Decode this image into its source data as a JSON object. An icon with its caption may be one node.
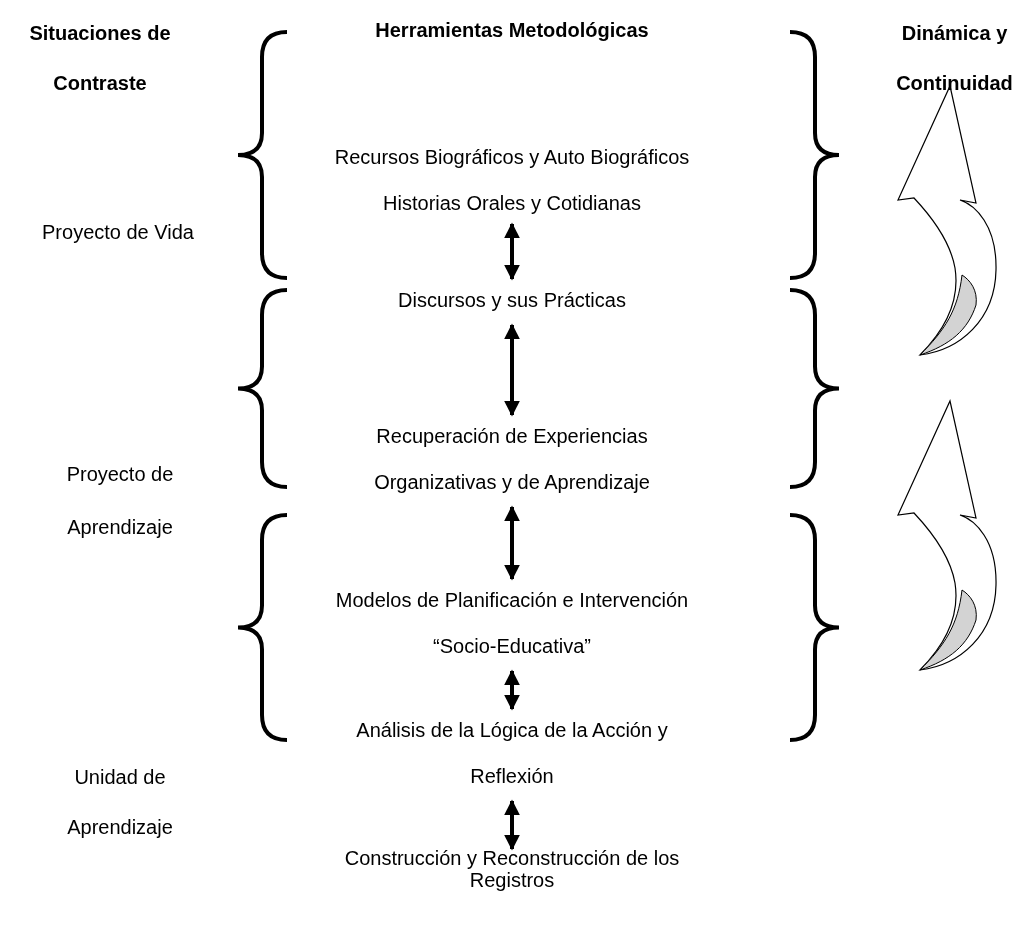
{
  "diagram": {
    "nodes": [
      {
        "text": [
          "Recursos Biográficos y Auto Biográficos",
          "Historias Orales y Cotidianas"
        ]
      },
      {
        "text": [
          "Discursos y sus Prácticas"
        ]
      },
      {
        "text": [
          "Recuperación de Experiencias Organizativas y de Aprendizaje"
        ]
      },
      {
        "text": [
          "Modelos de Planificación e Intervención “Socio-Educativa”"
        ]
      },
      {
        "text": [
          "Análisis de la Lógica de la Acción y Reflexión"
        ]
      },
      {
        "text": [
          "Construcción y Reconstrucción de los Registros"
        ]
      }
    ],
    "edges": [
      {
        "from": 0,
        "to": 1,
        "arrow": "both"
      },
      {
        "from": 1,
        "to": 2,
        "arrow": "both"
      },
      {
        "from": 2,
        "to": 3,
        "arrow": "both"
      },
      {
        "from": 3,
        "to": 4,
        "arrow": "both"
      },
      {
        "from": 4,
        "to": 5,
        "arrow": "both"
      }
    ],
    "labels": [
      "Situaciones de Contraste",
      "Herramientas Metodológicas",
      "Dinámica y Continuidad",
      "Proyecto de Vida",
      "Proyecto de Aprendizaje",
      "Unidad de Aprendizaje"
    ]
  }
}
